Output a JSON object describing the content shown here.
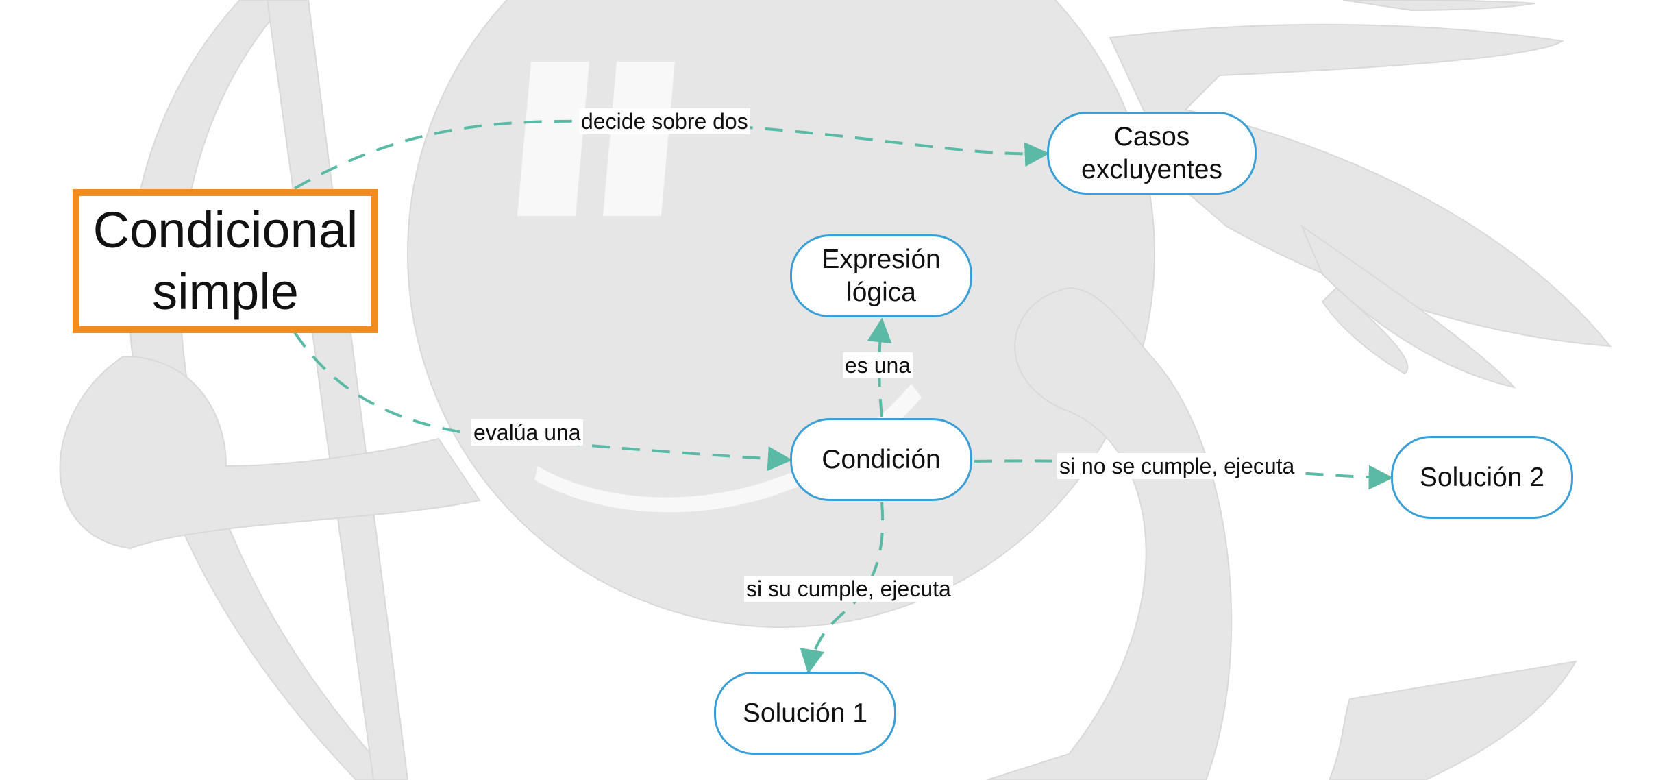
{
  "colors": {
    "edge": "#5bbaa6",
    "node_border": "#3a9fd6",
    "main_border": "#f28c1e",
    "watermark": "#e6e6e6"
  },
  "watermark": {
    "description_icon": "faded-logo-watermark-icon"
  },
  "nodes": {
    "main": "Condicional simple",
    "casos": "Casos excluyentes",
    "expresion": "Expresión lógica",
    "condicion": "Condición",
    "solucion1": "Solución 1",
    "solucion2": "Solución 2"
  },
  "edges": {
    "decide": "decide sobre dos",
    "evalua": "evalúa una",
    "es_una": "es una",
    "si_no": "si no se cumple, ejecuta",
    "si_su": "si su cumple, ejecuta"
  }
}
